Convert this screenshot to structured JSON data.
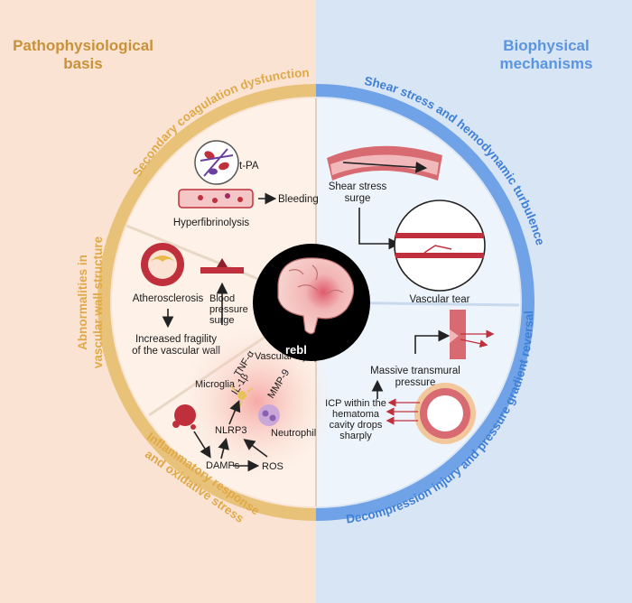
{
  "headings": {
    "left": [
      "Pathophysiological",
      "basis"
    ],
    "right": [
      "Biophysical",
      "mechanisms"
    ]
  },
  "ring_labels": {
    "top_left": "Secondary coagulation dysfunction",
    "left": [
      "Abnormalities in",
      "vascular wall structure"
    ],
    "bottom_left": [
      "Inflammatory response",
      "and oxidative stress"
    ],
    "top_right": "Shear stress and hemodynamic turbulence",
    "bottom_right": "Decompression injury and pressure gradient reversal"
  },
  "coagulation": {
    "tpa": "t-PA",
    "bleeding": "Bleeding",
    "hyperfibrinolysis": "Hyperfibrinolysis"
  },
  "vascular_wall": {
    "atherosclerosis": "Atherosclerosis",
    "fragility": [
      "Increased fragility",
      "of the vascular wall"
    ],
    "blood_pressure": [
      "Blood",
      "pressure",
      "surge"
    ]
  },
  "inflammation": {
    "vascular_injury": "Vascular injury",
    "tnf": "TNF-α",
    "il1b": "IL-1β",
    "mmp9": "MMP-9",
    "microglia": "Microglia",
    "neutrophil": "Neutrophil",
    "nlrp3": "NLRP3",
    "damps": "DAMPs",
    "ros": "ROS"
  },
  "shear": {
    "surge": [
      "Shear stress",
      "surge"
    ],
    "tear": "Vascular tear"
  },
  "decompression": {
    "pressure": [
      "Massive transmural",
      "pressure"
    ],
    "icp": [
      "ICP within the",
      "hematoma",
      "cavity drops",
      "sharply"
    ]
  },
  "center": {
    "partial_text": "rebl"
  },
  "colors": {
    "left_bg": "#fbe3d3",
    "right_bg": "#d8e5f5",
    "left_accent": "#e9c27a",
    "right_accent": "#6fa2e6",
    "left_heading": "#c8923a",
    "right_heading": "#5b95e0",
    "left_arc_text": "#e0a947",
    "right_arc_text": "#3f7fd6",
    "blood_red": "#c0303c"
  }
}
